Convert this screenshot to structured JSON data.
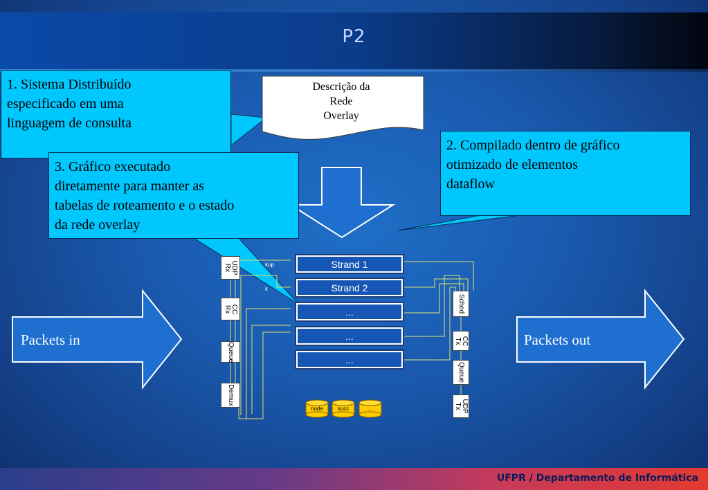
{
  "slide": {
    "title": "P2",
    "footer": "UFPR / Departamento de Informática"
  },
  "callouts": {
    "c1": [
      "1. Sistema Distribuído",
      "especificado em uma",
      "linguagem de consulta"
    ],
    "c2": [
      "2. Compilado dentro de gráfico",
      "otimizado de elementos",
      "dataflow"
    ],
    "c3": [
      "3. Gráfico executado",
      "diretamente para manter as",
      "tabelas de roteamento e o estado",
      "da rede overlay"
    ]
  },
  "document": [
    "Descrição da",
    "Rede",
    "Overlay"
  ],
  "arrows": {
    "in_label": "Packets in",
    "out_label": "Packets out"
  },
  "dataflow": {
    "left_elements": [
      "UDP\nRx",
      "CC\nRx",
      "Queue",
      "Demux"
    ],
    "right_elements": [
      "Sched",
      "CC\nTx",
      "Queue",
      "UDP\nTx"
    ],
    "strands": [
      "Strand 1",
      "Strand 2",
      "...",
      "...",
      "..."
    ],
    "tables": [
      "node",
      "succ",
      "..."
    ],
    "partial_labels": [
      "kup",
      "k"
    ]
  },
  "colors": {
    "callout": "#00c8ff",
    "strand": "#1657b5",
    "arrow": "#1e6fd0",
    "wire": "#e0e070",
    "table": "#ffcc00"
  }
}
